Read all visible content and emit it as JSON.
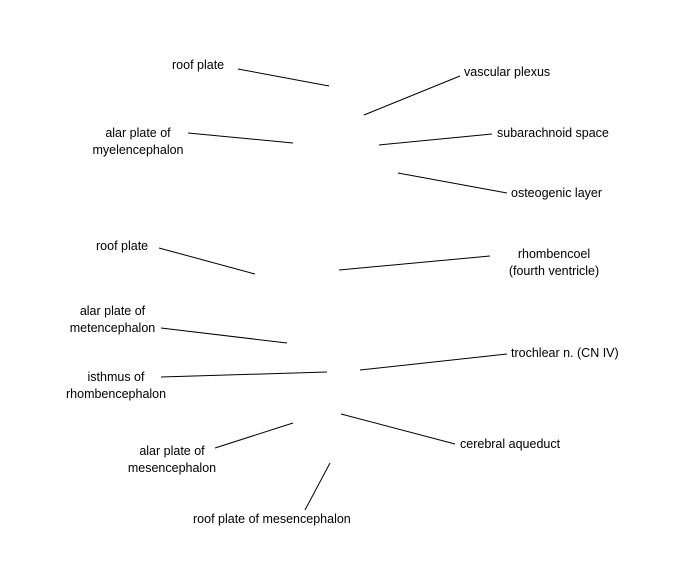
{
  "labels": {
    "roof_plate_top": "roof plate",
    "vascular_plexus": "vascular plexus",
    "alar_plate_myelencephalon_1": "alar plate of",
    "alar_plate_myelencephalon_2": "myelencephalon",
    "subarachnoid_space": "subarachnoid space",
    "osteogenic_layer": "osteogenic layer",
    "roof_plate_mid": "roof plate",
    "rhombencoel_1": "rhombencoel",
    "rhombencoel_2": "(fourth ventricle)",
    "alar_plate_metencephalon_1": "alar plate of",
    "alar_plate_metencephalon_2": "metencephalon",
    "trochlear_nerve": "trochlear n. (CN IV)",
    "isthmus_1": "isthmus of",
    "isthmus_2": "rhombencephalon",
    "cerebral_aqueduct": "cerebral aqueduct",
    "alar_plate_mesencephalon_1": "alar plate of",
    "alar_plate_mesencephalon_2": "mesencephalon",
    "roof_plate_mesencephalon": "roof plate of mesencephalon"
  }
}
